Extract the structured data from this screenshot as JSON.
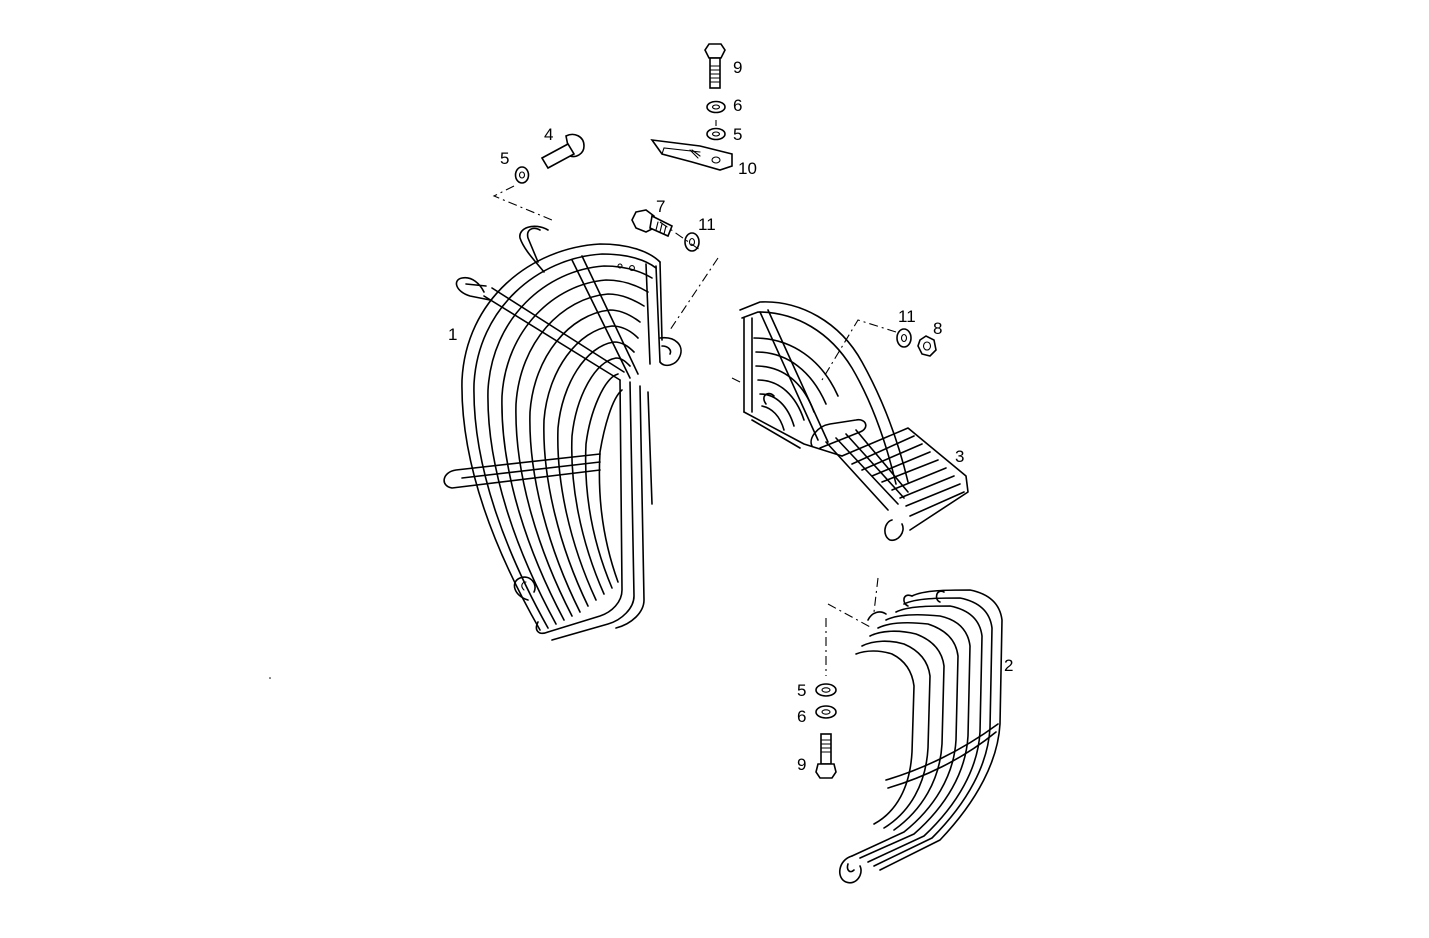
{
  "diagram": {
    "labels": {
      "part_1": "1",
      "part_2": "2",
      "part_3": "3",
      "part_4": "4",
      "part_5_a": "5",
      "part_5_b": "5",
      "part_5_c": "5",
      "part_6_a": "6",
      "part_6_b": "6",
      "part_7": "7",
      "part_8": "8",
      "part_9_a": "9",
      "part_9_b": "9",
      "part_10": "10",
      "part_11_a": "11",
      "part_11_b": "11"
    }
  }
}
